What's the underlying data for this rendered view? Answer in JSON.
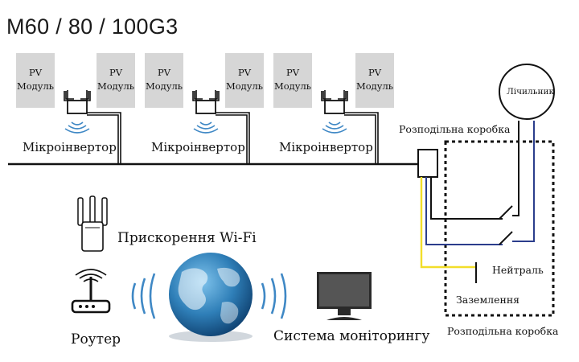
{
  "title": "M60 / 80 / 100G3",
  "pv_module": {
    "line1": "PV",
    "line2": "Модуль"
  },
  "microinverter_label": "Мікроінвертор",
  "junction_box_top": "Розподільна коробка",
  "meter": "Лічильник",
  "neutral": "Нейтраль",
  "ground": "Заземлення",
  "junction_box_bottom": "Розподільна коробка",
  "wifi_booster": "Прискорення Wi-Fi",
  "router": "Роутер",
  "monitoring": "Система моніторингу",
  "colors": {
    "pv_panel": "#d6d6d6",
    "neutral_wire": "#2b3d8c",
    "ground_wire": "#f2de2a",
    "globe": "#2f7fb8",
    "wifi_waves": "#3f88c5"
  }
}
